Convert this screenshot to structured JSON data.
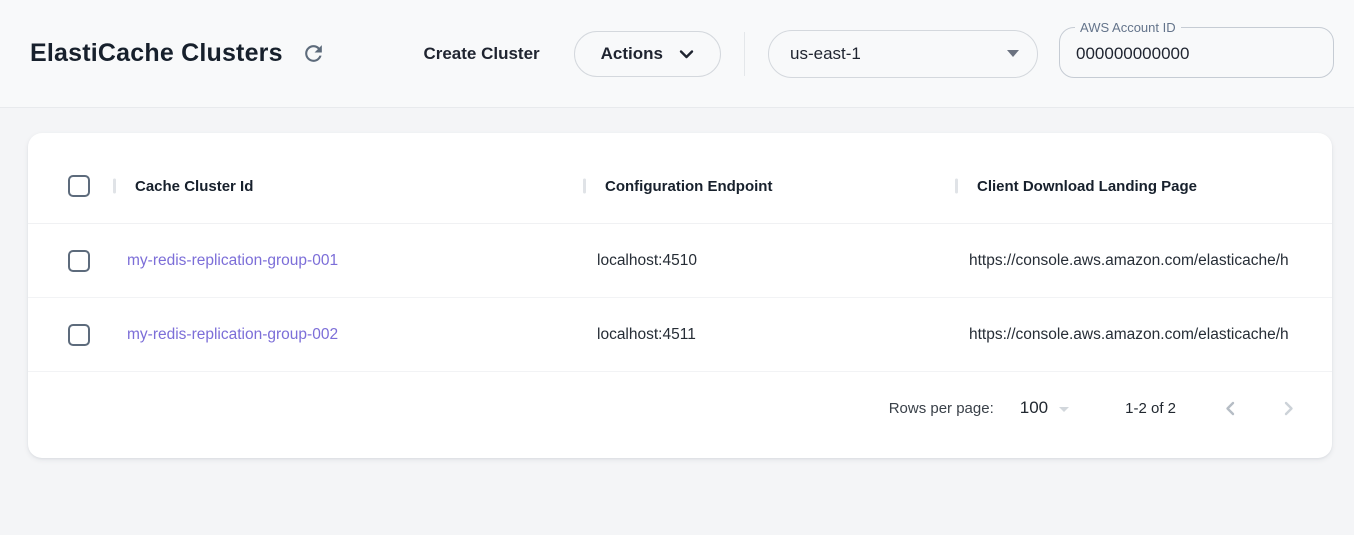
{
  "header": {
    "title": "ElastiCache Clusters",
    "create_cluster_label": "Create Cluster",
    "actions_label": "Actions",
    "region": {
      "selected": "us-east-1"
    },
    "account": {
      "label": "AWS Account ID",
      "value": "000000000000"
    }
  },
  "icons": {
    "refresh": "circular-arrow-clockwise",
    "actions_chevron": "chevron-down",
    "region_caret": "filled-triangle-down",
    "rows_per_page_caret": "filled-triangle-down",
    "pagination_prev": "chevron-left",
    "pagination_next": "chevron-right"
  },
  "table": {
    "columns": [
      "Cache Cluster Id",
      "Configuration Endpoint",
      "Client Download Landing Page"
    ],
    "rows": [
      {
        "cache_cluster_id": "my-redis-replication-group-001",
        "configuration_endpoint": "localhost:4510",
        "client_download_landing_page": "https://console.aws.amazon.com/elasticache/h"
      },
      {
        "cache_cluster_id": "my-redis-replication-group-002",
        "configuration_endpoint": "localhost:4511",
        "client_download_landing_page": "https://console.aws.amazon.com/elasticache/h"
      }
    ],
    "pagination": {
      "rows_per_page_label": "Rows per page:",
      "rows_per_page_value": "100",
      "range_label": "1-2 of 2"
    }
  },
  "colors": {
    "link_purple": "#7c6ed8",
    "header_bg": "#f8f9fa",
    "page_bg": "#f4f5f7",
    "checkbox_border": "#5d6b7c",
    "icon_gray": "#5d6b7b"
  }
}
